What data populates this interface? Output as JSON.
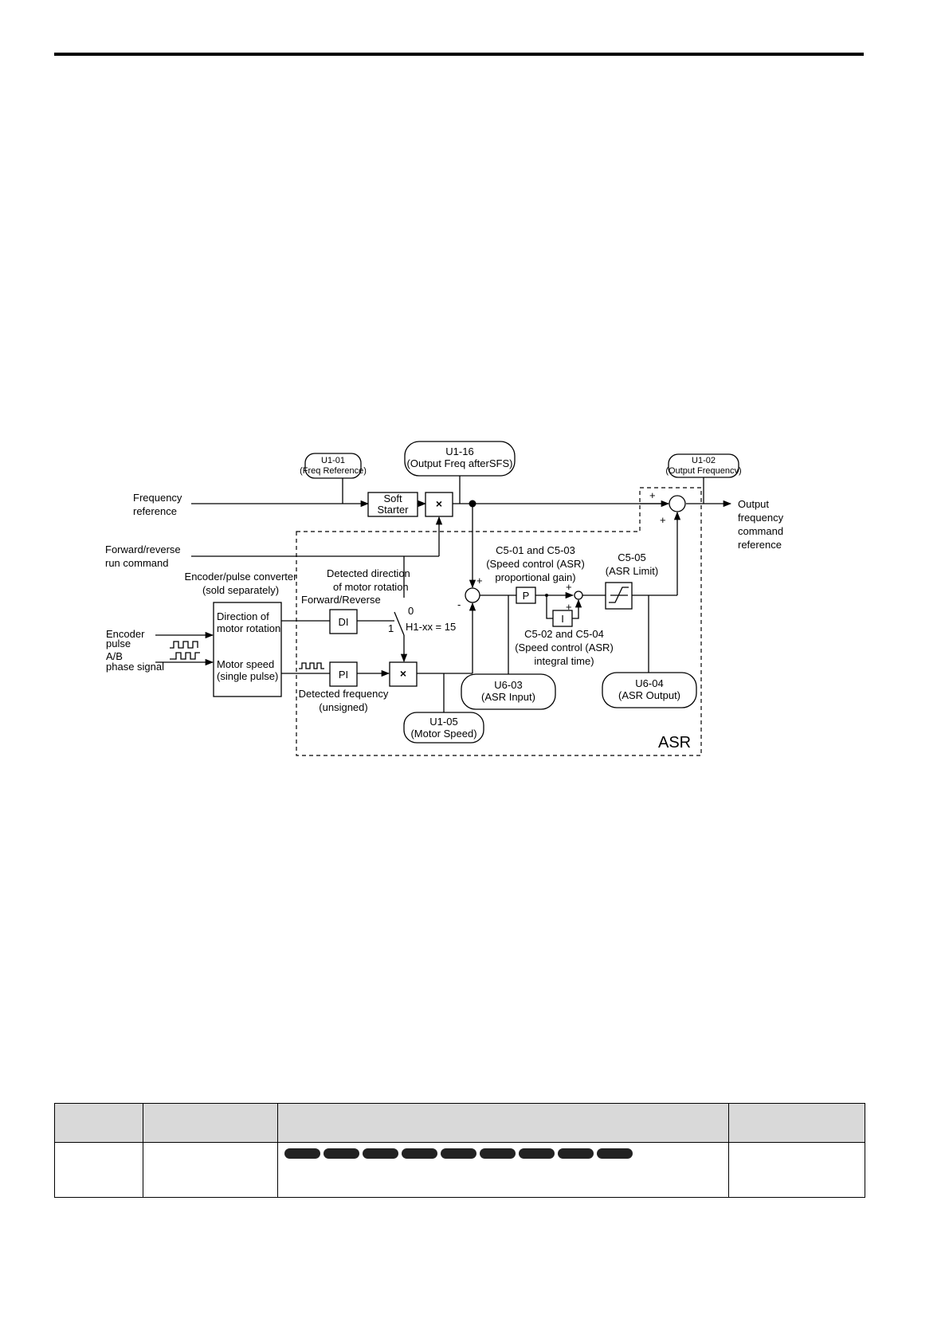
{
  "diagram": {
    "inputs": {
      "frequency_reference": [
        "Frequency",
        "reference"
      ],
      "fwd_rev_command": [
        "Forward/reverse",
        "run command"
      ],
      "encoder_pulse": [
        "Encoder",
        "pulse"
      ],
      "ab_phase": [
        "A/B",
        "phase signal"
      ]
    },
    "monitors": {
      "u1_01": [
        "U1-01",
        "(Freq Reference)"
      ],
      "u1_16": [
        "U1-16",
        "(Output Freq afterSFS)"
      ],
      "u1_02": [
        "U1-02",
        "(Output Frequency)"
      ],
      "u6_03": [
        "U6-03",
        "(ASR Input)"
      ],
      "u6_04": [
        "U6-04",
        "(ASR Output)"
      ],
      "u1_05": [
        "U1-05",
        "(Motor Speed)"
      ]
    },
    "blocks": {
      "soft_starter": [
        "Soft",
        "Starter"
      ],
      "multiply": "×",
      "multiply_lower": "×",
      "di": "DI",
      "pi": "PI",
      "p": "P",
      "i": "I"
    },
    "converter": {
      "title": [
        "Encoder/pulse converter",
        "(sold separately)"
      ],
      "direction": [
        "Direction of",
        "motor rotation"
      ],
      "speed": [
        "Motor speed",
        "(single pulse)"
      ]
    },
    "labels": {
      "detected_direction": [
        "Detected direction",
        "of motor rotation"
      ],
      "forward_reverse": "Forward/Reverse",
      "switch_0": "0",
      "switch_1": "1",
      "h1_setting": "H1-xx = 15",
      "detected_frequency": [
        "Detected frequency",
        "(unsigned)"
      ],
      "c5_01_03": [
        "C5-01 and C5-03",
        "(Speed control (ASR)",
        "proportional gain)"
      ],
      "c5_02_04": [
        "C5-02 and C5-04",
        "(Speed control (ASR)",
        "integral time)"
      ],
      "c5_05": [
        "C5-05",
        "(ASR Limit)"
      ],
      "output": [
        "Output",
        "frequency",
        "command",
        "reference"
      ],
      "asr": "ASR",
      "plus": "+",
      "minus": "-"
    }
  }
}
